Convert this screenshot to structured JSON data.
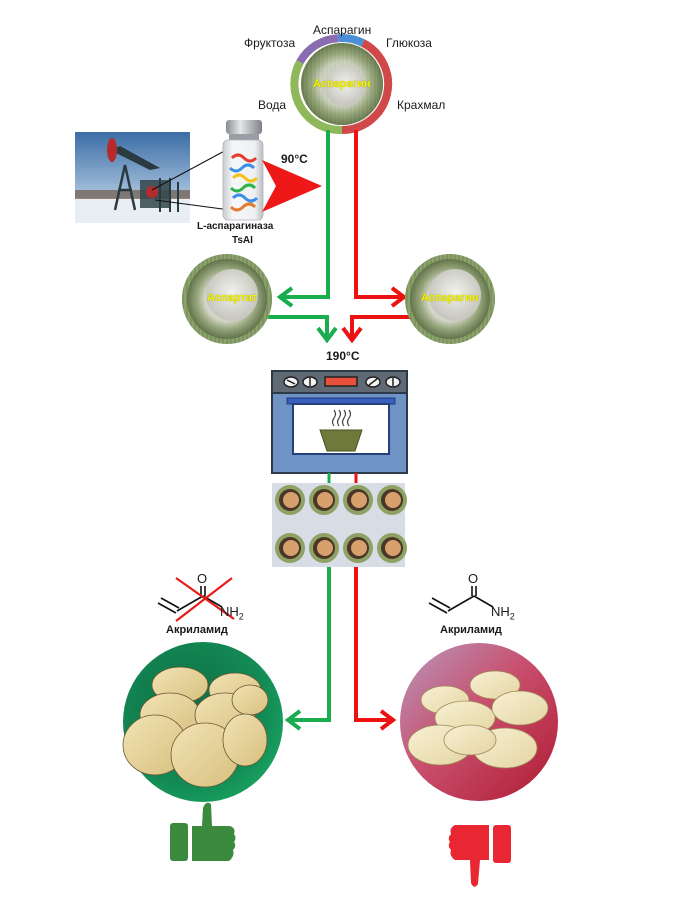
{
  "ingredients": {
    "fructose": "Фруктоза",
    "asparagine_top": "Аспарагин",
    "glucose": "Глюкоза",
    "water": "Вода",
    "starch": "Крахмал",
    "center": "Аспарагин"
  },
  "enzyme": {
    "name_line1": "L-аспарагиназа",
    "name_line2": "TsAI",
    "temperature": "90°C"
  },
  "cups": {
    "left": "Аспартат",
    "right": "Аспарагин"
  },
  "oven": {
    "temperature": "190°C"
  },
  "results": {
    "left_label": "Акриламид",
    "right_label": "Акриламид",
    "left_verdict": "thumbs-up",
    "right_verdict": "thumbs-down"
  },
  "colors": {
    "green_path": "#1aad4e",
    "red_path": "#ee1111",
    "ring_green": "#8fb85a",
    "ring_purple": "#8a6db0",
    "ring_blue": "#4b8fd6",
    "ring_red": "#d04848",
    "oven_body": "#6f93c4",
    "thumb_up": "#3b8a3e",
    "thumb_down": "#e82732"
  }
}
